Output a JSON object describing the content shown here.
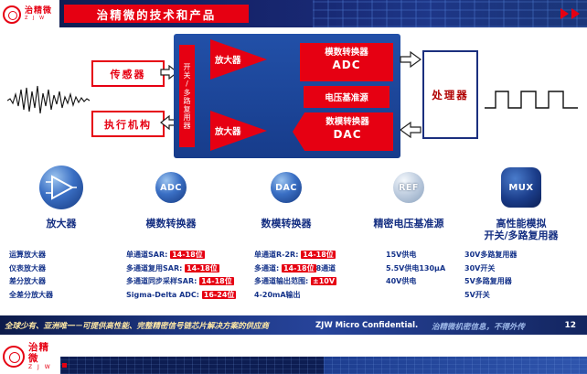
{
  "header": {
    "title": "治精微的技术和产品"
  },
  "logo": {
    "name": "治精微",
    "sub": "Z J W"
  },
  "colors": {
    "red": "#e60012",
    "navy": "#152f82",
    "signal_box_blue": "#1c4598",
    "footer_navy": "#13255f",
    "tagline_gold": "#ffe9a6",
    "ref_silver": "#bccbde"
  },
  "diagram": {
    "sensor_label": "传感器",
    "actuator_label": "执行机构",
    "mux_strip_label": "开关/多路复用器",
    "amp_top_label": "放大器",
    "amp_bottom_label": "放大器",
    "adc_title": "模数转换器",
    "adc_sub": "ADC",
    "vref_label": "电压基准源",
    "dac_title": "数模转换器",
    "dac_sub": "DAC",
    "processor_label": "处理器"
  },
  "categories": [
    {
      "icon_name": "amplifier-icon",
      "icon_style": "amp",
      "icon_text": "",
      "label_lines": [
        "放大器"
      ],
      "items": [
        {
          "pre": "运算放大器",
          "hl": "",
          "post": ""
        },
        {
          "pre": "仪表放大器",
          "hl": "",
          "post": ""
        },
        {
          "pre": "差分放大器",
          "hl": "",
          "post": ""
        },
        {
          "pre": "全差分放大器",
          "hl": "",
          "post": ""
        }
      ]
    },
    {
      "icon_name": "adc-icon",
      "icon_style": "adc",
      "icon_text": "ADC",
      "label_lines": [
        "模数转换器"
      ],
      "items": [
        {
          "pre": "单通道SAR: ",
          "hl": "14-18位",
          "post": ""
        },
        {
          "pre": "多通道复用SAR: ",
          "hl": "14-18位",
          "post": ""
        },
        {
          "pre": "多通道同步采样SAR: ",
          "hl": "14-18位",
          "post": ""
        },
        {
          "pre": "Sigma-Delta ADC: ",
          "hl": "16-24位",
          "post": ""
        }
      ]
    },
    {
      "icon_name": "dac-icon",
      "icon_style": "dac",
      "icon_text": "DAC",
      "label_lines": [
        "数模转换器"
      ],
      "items": [
        {
          "pre": "单通道R-2R: ",
          "hl": "14-18位",
          "post": ""
        },
        {
          "pre": "多通道: ",
          "hl": "14-18位",
          "post": "8通道"
        },
        {
          "pre": "多通道输出范围: ",
          "hl": "±10V",
          "post": ""
        },
        {
          "pre": "4-20mA输出",
          "hl": "",
          "post": ""
        }
      ]
    },
    {
      "icon_name": "ref-icon",
      "icon_style": "ref",
      "icon_text": "REF",
      "label_lines": [
        "精密电压基准源"
      ],
      "items": [
        {
          "pre": "15V供电",
          "hl": "",
          "post": ""
        },
        {
          "pre": "5.5V供电130μA",
          "hl": "",
          "post": ""
        },
        {
          "pre": "40V供电",
          "hl": "",
          "post": ""
        }
      ]
    },
    {
      "icon_name": "mux-icon",
      "icon_style": "mux",
      "icon_text": "MUX",
      "label_lines": [
        "高性能模拟",
        "开关/多路复用器"
      ],
      "items": [
        {
          "pre": "30V多路复用器",
          "hl": "",
          "post": ""
        },
        {
          "pre": "30V开关",
          "hl": "",
          "post": ""
        },
        {
          "pre": "5V多路复用器",
          "hl": "",
          "post": ""
        },
        {
          "pre": "5V开关",
          "hl": "",
          "post": ""
        }
      ]
    }
  ],
  "footer": {
    "tagline": "全球少有、亚洲唯一－可提供高性能、完整精密信号链芯片解决方案的供应商",
    "confidential_en": "ZJW Micro Confidential.",
    "confidential_cn": "治精微机密信息，不得外传",
    "page_number": "12"
  }
}
